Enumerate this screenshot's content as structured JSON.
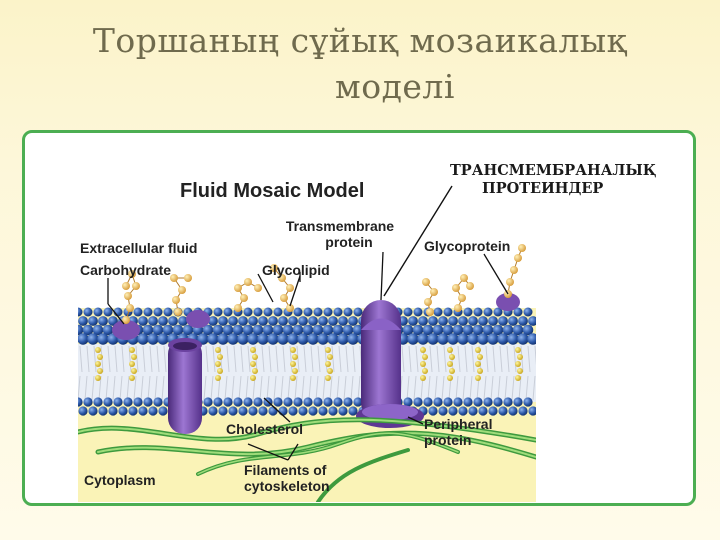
{
  "slide": {
    "title_line1": "Торшаның сұйық мозаикалық",
    "title_line2": "моделі"
  },
  "diagram": {
    "title": "Fluid Mosaic Model",
    "kazakh_label_line1": "ТРАНСМЕМБРАНАЛЫҚ",
    "kazakh_label_line2": "ПРОТЕИНДЕР",
    "labels": {
      "extracellular": "Extracellular fluid",
      "carbohydrate": "Carbohydrate",
      "transmembrane_line1": "Transmembrane",
      "transmembrane_line2": "protein",
      "glycolipid": "Glycolipid",
      "glycoprotein": "Glycoprotein",
      "cholesterol": "Cholesterol",
      "peripheral_line1": "Peripheral",
      "peripheral_line2": "protein",
      "filaments_line1": "Filaments of",
      "filaments_line2": "cytoskeleton",
      "cytoplasm": "Cytoplasm"
    },
    "colors": {
      "frame": "#4cae52",
      "phospholipid_head": "#2c58a8",
      "protein": "#7a4fb0",
      "sugar": "#e0b050",
      "cholesterol": "#e6c630",
      "filament": "#3e9a3e",
      "cytoplasm": "#faf3b7"
    }
  }
}
